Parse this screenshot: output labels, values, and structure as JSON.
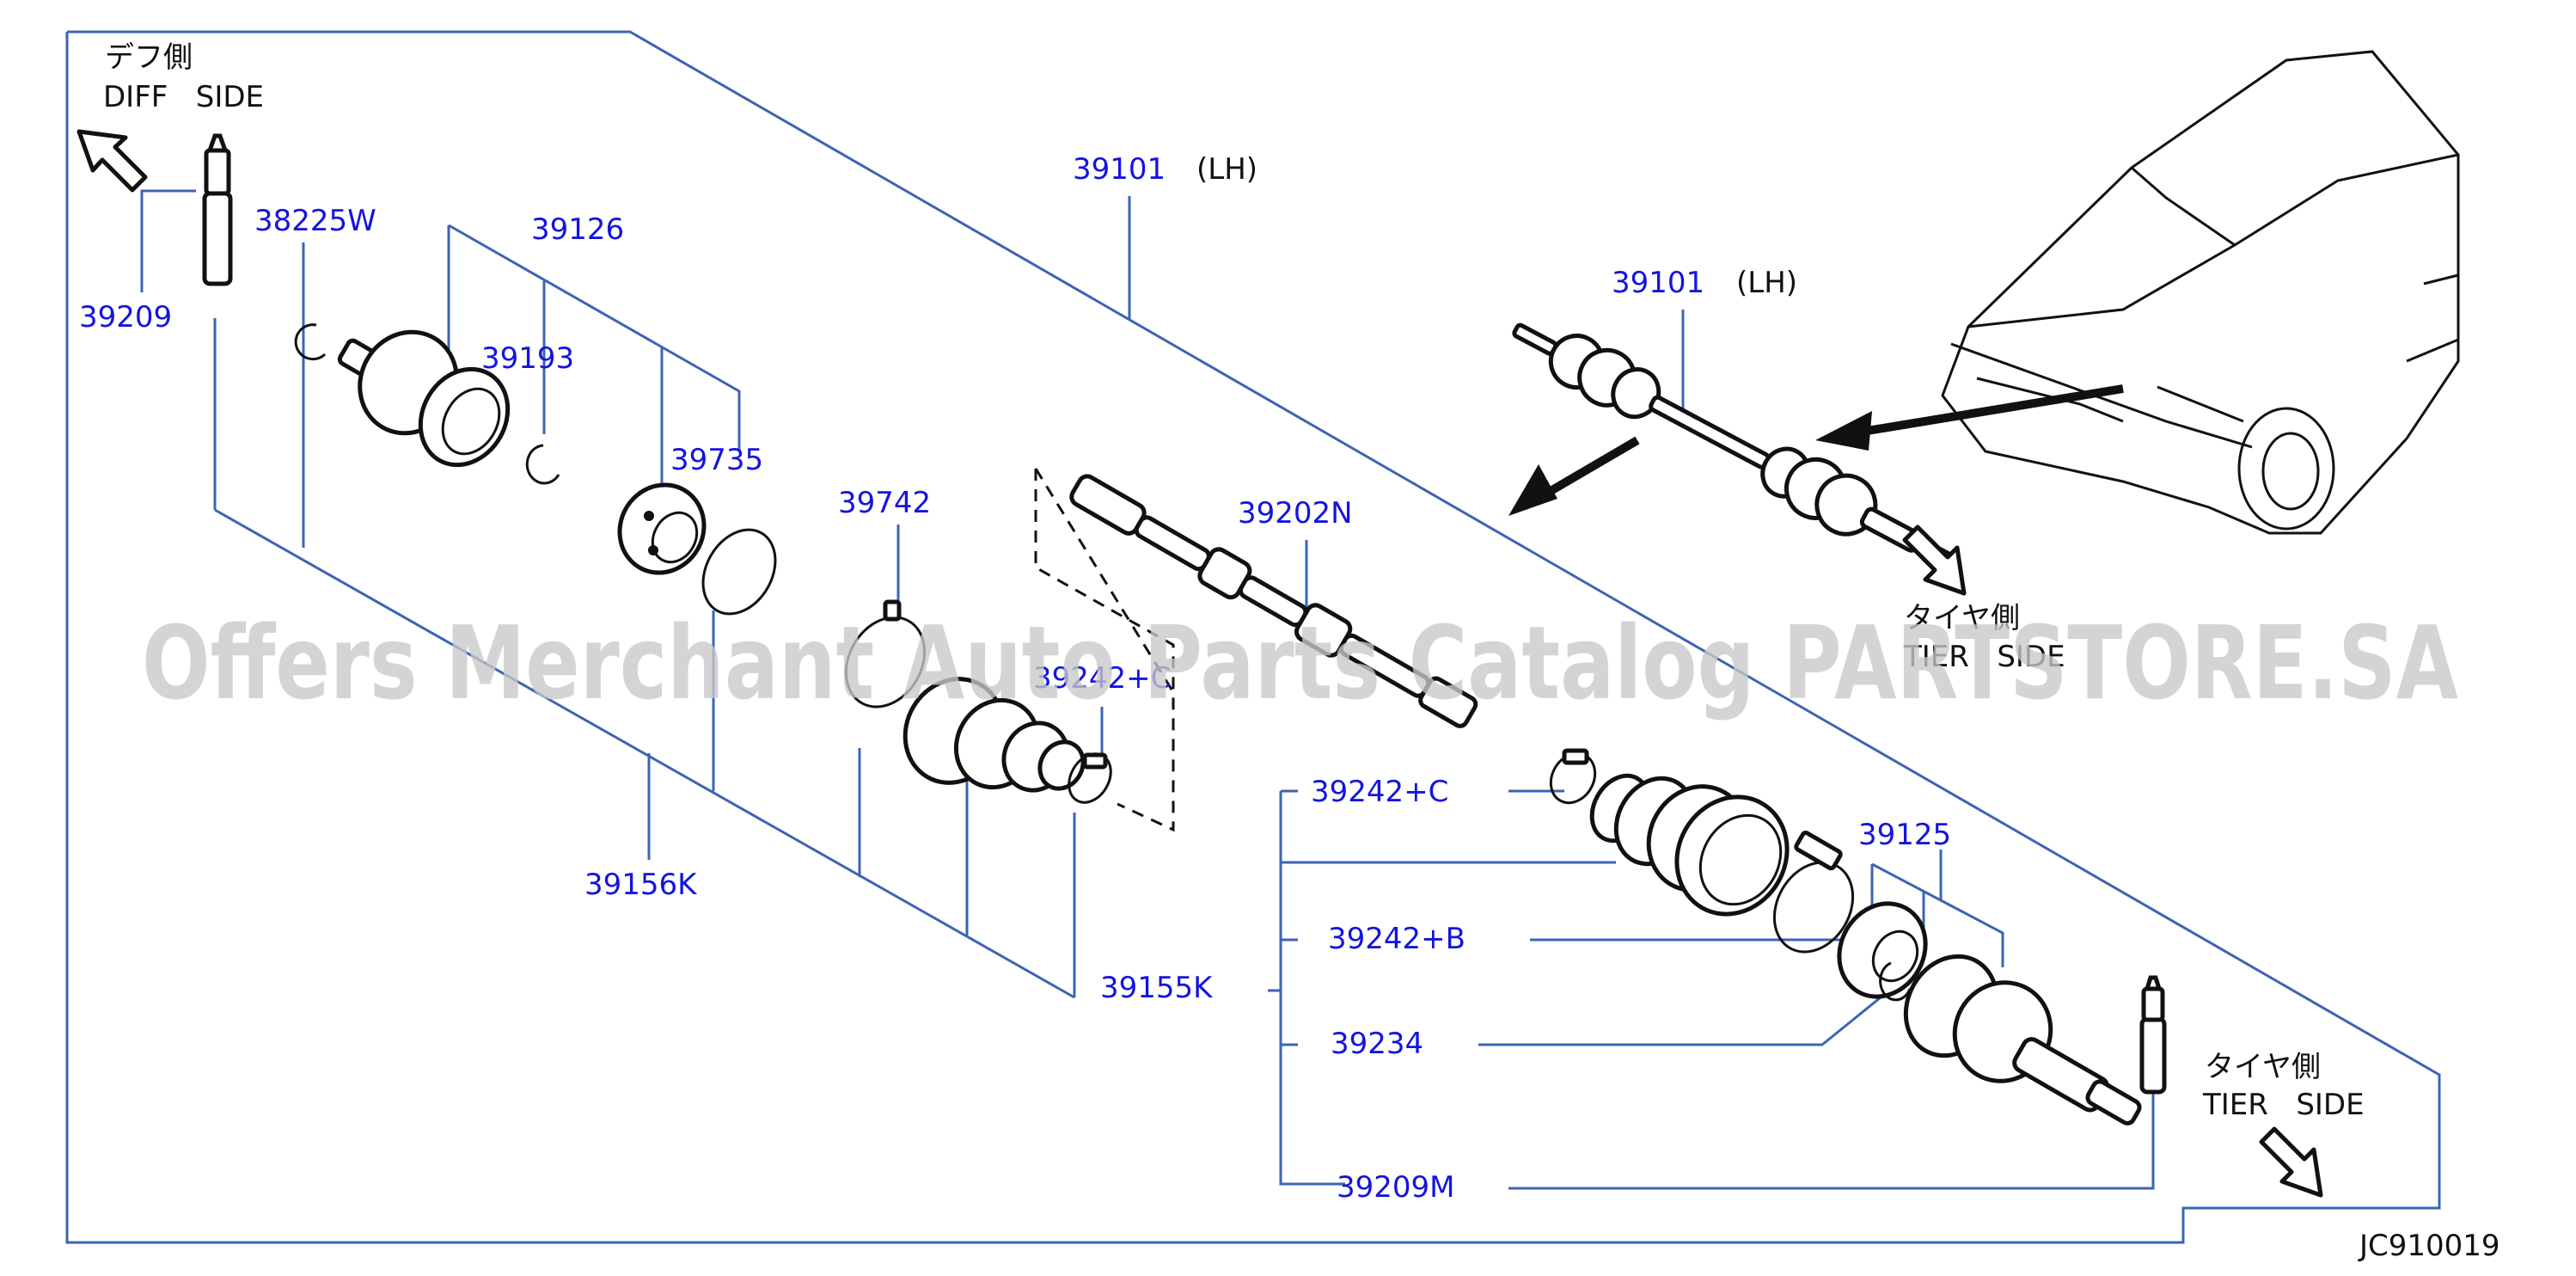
{
  "side_labels": {
    "diff_jp": "デフ側",
    "diff_en": "DIFF   SIDE",
    "tire_jp": "タイヤ側",
    "tire_en": "TIER   SIDE",
    "tire_jp_2": "タイヤ側",
    "tire_en_2": "TIER   SIDE"
  },
  "refs": {
    "r39101": "39101",
    "r39101_lh": "(LH)",
    "r39101b": "39101",
    "r39101b_lh": "(LH)",
    "r39209": "39209",
    "r38225W": "38225W",
    "r39126": "39126",
    "r39193": "39193",
    "r39735": "39735",
    "r39742": "39742",
    "r39202N": "39202N",
    "r39242C_mid": "39242+C",
    "r39156K": "39156K",
    "r39155K": "39155K",
    "r39242C": "39242+C",
    "r39125": "39125",
    "r39242B": "39242+B",
    "r39234": "39234",
    "r39209M": "39209M"
  },
  "diagram_code": "JC910019",
  "watermark": "Offers Merchant Auto Parts Catalog PARTSTORE.SA"
}
